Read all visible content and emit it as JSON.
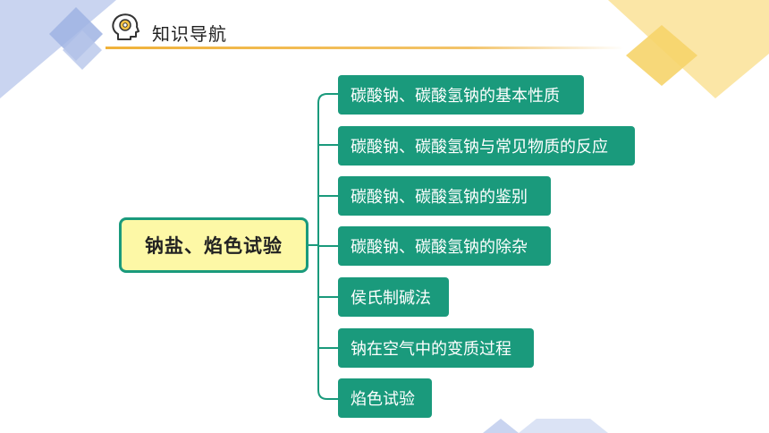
{
  "header": {
    "title": "知识导航",
    "icon": "head-gear-icon"
  },
  "mindmap": {
    "root": "钠盐、焰色试验",
    "branches": [
      "碳酸钠、碳酸氢钠的基本性质",
      "碳酸钠、碳酸氢钠与常见物质的反应",
      "碳酸钠、碳酸氢钠的鉴别",
      "碳酸钠、碳酸氢钠的除杂",
      "侯氏制碱法",
      "钠在空气中的变质过程",
      "焰色试验"
    ]
  },
  "colors": {
    "branch_fill": "#1a9a7c",
    "root_fill": "#fdf8a6",
    "accent_yellow": "#f6d46a",
    "accent_blue": "#9fb3e3"
  }
}
